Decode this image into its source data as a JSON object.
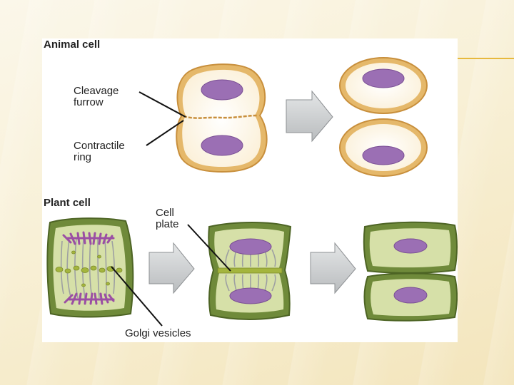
{
  "animal": {
    "title": "Animal cell",
    "cleavage_line1": "Cleavage",
    "cleavage_line2": "furrow",
    "contractile_line1": "Contractile",
    "contractile_line2": "ring"
  },
  "plant": {
    "title": "Plant cell",
    "cellplate_line1": "Cell",
    "cellplate_line2": "plate",
    "golgi": "Golgi vesicles"
  },
  "colors": {
    "animal_membrane": "#e5b86a",
    "animal_cytoplasm": "#fdf8ea",
    "nucleus": "#9b6fb4",
    "plant_wall": "#6f8a3a",
    "plant_cytoplasm": "#d6e0a8",
    "arrow": "#cfd1d2",
    "accent": "#e7b93e"
  }
}
